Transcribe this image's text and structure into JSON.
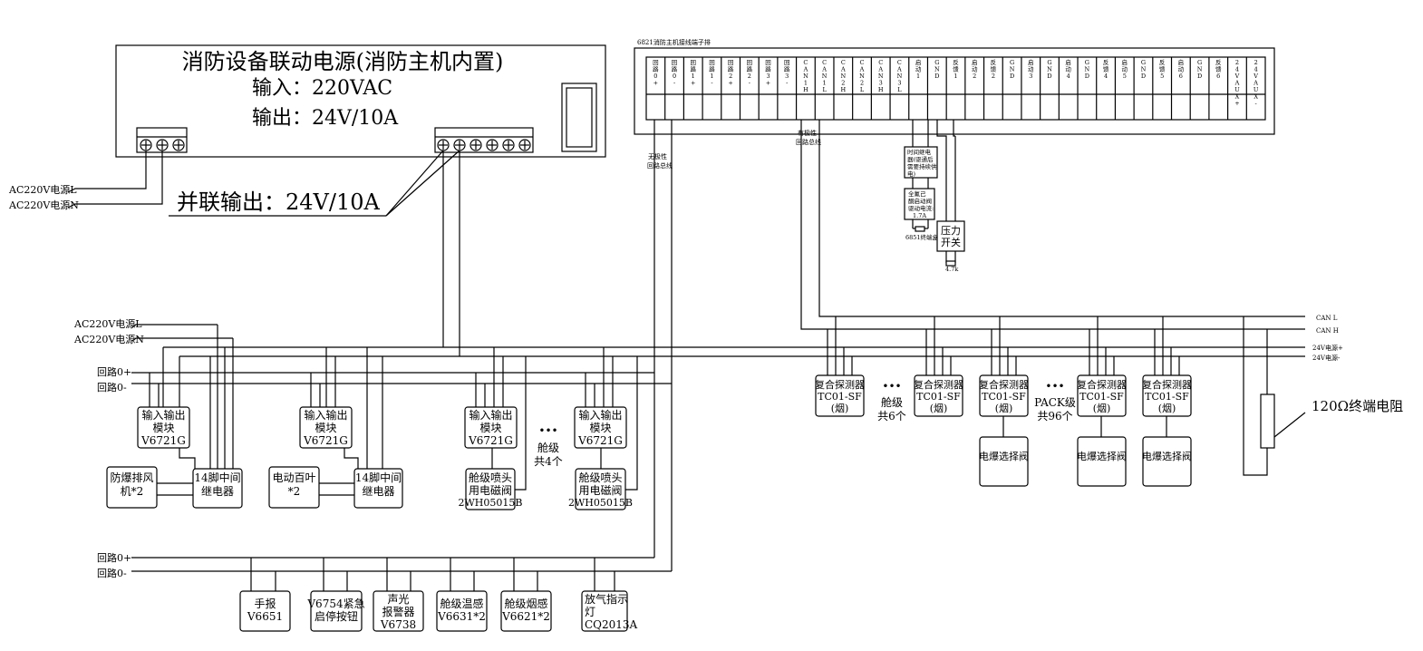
{
  "power_supply": {
    "title": "消防设备联动电源(消防主机内置)",
    "input": "输入：220VAC",
    "output": "输出：24V/10A",
    "parallel_output": "并联输出：24V/10A",
    "ac_l": "AC220V电源L",
    "ac_n": "AC220V电源N"
  },
  "terminal_strip": {
    "title": "6821消防主机接线端子排",
    "terminals": [
      "回路0+",
      "回路0-",
      "回路1+",
      "回路1-",
      "回路2+",
      "回路2-",
      "回路3+",
      "回路3-",
      "CAN1H",
      "CAN1L",
      "CAN2H",
      "CAN2L",
      "CAN3H",
      "CAN3L",
      "启动1",
      "GND",
      "反馈1",
      "启动2",
      "反馈2",
      "GND",
      "启动3",
      "GND",
      "启动4",
      "GND",
      "反馈4",
      "启动5",
      "GND",
      "反馈5",
      "启动6",
      "GND",
      "反馈6",
      "24VAUX+",
      "24VAUX-"
    ]
  },
  "bus_labels": {
    "nonpolar_1": "无极性",
    "nonpolar_2": "回路总线",
    "polar_1": "有极性",
    "polar_2": "回路总线",
    "can_l": "CAN L",
    "can_h": "CAN H",
    "v24_plus": "24V电源+",
    "v24_minus": "24V电源-",
    "ac_l": "AC220V电源L",
    "ac_n": "AC220V电源N",
    "loop_plus_1": "回路0+",
    "loop_minus_1": "回路0-",
    "loop_plus_2": "回路0+",
    "loop_minus_2": "回路0-"
  },
  "main_devices": {
    "relay_l1": "时间继电",
    "relay_l2": "器(驱通后",
    "relay_l3": "需要持续供",
    "relay_l4": "电)",
    "valve_l1": "全氟己",
    "valve_l2": "酮启动阀",
    "valve_l3": "驱动电流:",
    "valve_l4": "1.7A",
    "end_box": "6851终端盒",
    "pressure_l1": "压力",
    "pressure_l2": "开关",
    "resistor_47k": "4.7k"
  },
  "modules": [
    {
      "l1": "输入输出",
      "l2": "模块",
      "l3": "V6721G"
    },
    {
      "l1": "输入输出",
      "l2": "模块",
      "l3": "V6721G"
    },
    {
      "l1": "输入输出",
      "l2": "模块",
      "l3": "V6721G"
    },
    {
      "l1": "输入输出",
      "l2": "模块",
      "l3": "V6721G"
    }
  ],
  "module_loads": [
    {
      "l1": "防爆排风",
      "l2": "机*2"
    },
    {
      "l1": "14脚中间",
      "l2": "继电器"
    },
    {
      "l1": "电动百叶",
      "l2": "*2"
    },
    {
      "l1": "14脚中间",
      "l2": "继电器"
    },
    {
      "l1": "舱级喷头",
      "l2": "用电磁阀",
      "l3": "2WH05015B"
    },
    {
      "l1": "舱级喷头",
      "l2": "用电磁阀",
      "l3": "2WH05015B"
    }
  ],
  "cabin_count": {
    "dots": "•••",
    "l1": "舱级",
    "l2": "共4个"
  },
  "loop_devices": [
    {
      "l1": "手报",
      "l2": "V6651"
    },
    {
      "l1": "V6754紧急",
      "l2": "启停按钮"
    },
    {
      "l1": "声光",
      "l2": "报警器",
      "l3": "V6738"
    },
    {
      "l1": "舱级温感",
      "l2": "V6631*2"
    },
    {
      "l1": "舱级烟感",
      "l2": "V6621*2"
    },
    {
      "l1": "放气指示",
      "l2": "灯",
      "l3": "CQ2013A"
    }
  ],
  "detectors": [
    {
      "l1": "复合探测器",
      "l2": "TC01-SF",
      "l3": "(烟)"
    },
    {
      "l1": "复合探测器",
      "l2": "TC01-SF",
      "l3": "(烟)"
    },
    {
      "l1": "复合探测器",
      "l2": "TC01-SF",
      "l3": "(烟)"
    },
    {
      "l1": "复合探测器",
      "l2": "TC01-SF",
      "l3": "(烟)"
    },
    {
      "l1": "复合探测器",
      "l2": "TC01-SF",
      "l3": "(烟)"
    }
  ],
  "detector_groups": [
    {
      "dots": "•••",
      "l1": "舱级",
      "l2": "共6个"
    },
    {
      "dots": "•••",
      "l1": "PACK级",
      "l2": "共96个"
    }
  ],
  "selector_valves": [
    "电爆选择阀",
    "电爆选择阀",
    "电爆选择阀"
  ],
  "terminal_resistor": "120Ω终端电阻"
}
